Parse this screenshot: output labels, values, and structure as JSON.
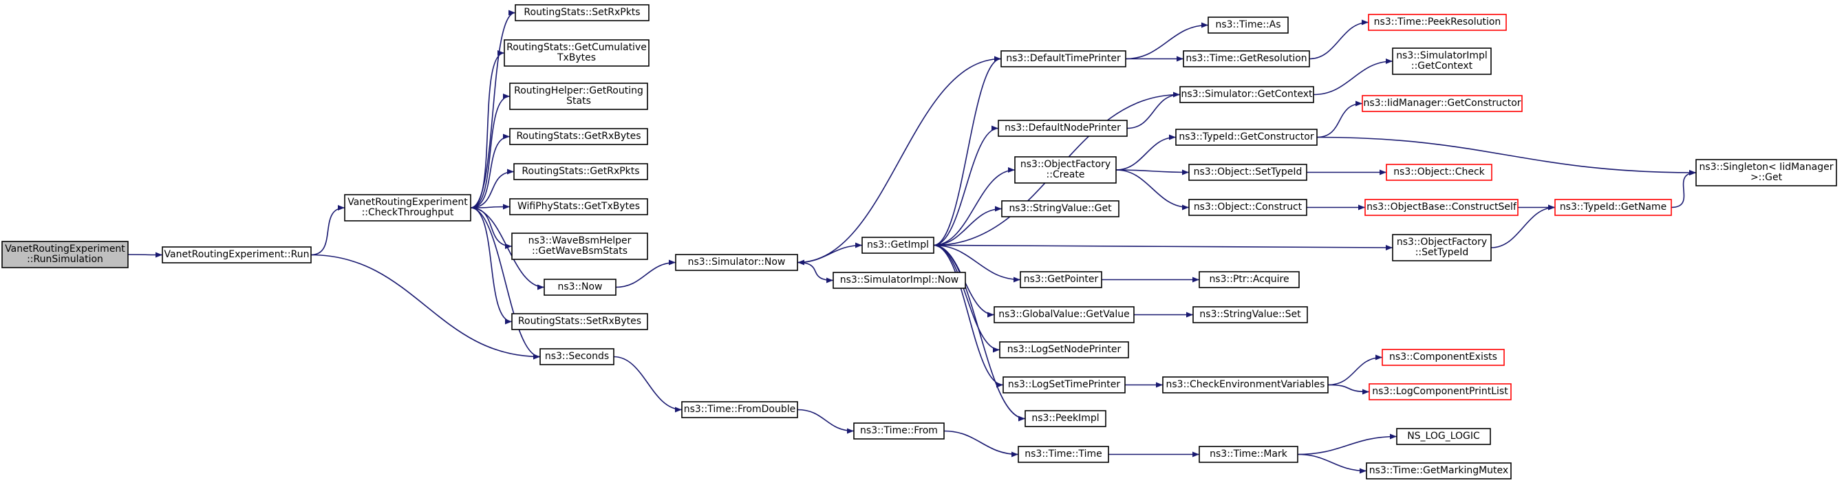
{
  "colors": {
    "edge": "#191970",
    "node_border": "#000000",
    "node_border_truncated": "#ff0000",
    "root_fill": "#bfbfbf",
    "node_fill": "#ffffff"
  },
  "nodes": {
    "run_simulation": {
      "lines": [
        "VanetRoutingExperiment",
        "::RunSimulation"
      ],
      "style": "root"
    },
    "run": {
      "lines": [
        "VanetRoutingExperiment::Run"
      ],
      "style": "normal"
    },
    "check_throughput": {
      "lines": [
        "VanetRoutingExperiment",
        "::CheckThroughput"
      ],
      "style": "normal"
    },
    "set_rx_pkts": {
      "lines": [
        "RoutingStats::SetRxPkts"
      ],
      "style": "normal"
    },
    "get_cumulative_tx_bytes": {
      "lines": [
        "RoutingStats::GetCumulative",
        "TxBytes"
      ],
      "style": "normal"
    },
    "get_routing_stats": {
      "lines": [
        "RoutingHelper::GetRouting",
        "Stats"
      ],
      "style": "normal"
    },
    "get_rx_bytes": {
      "lines": [
        "RoutingStats::GetRxBytes"
      ],
      "style": "normal"
    },
    "get_rx_pkts": {
      "lines": [
        "RoutingStats::GetRxPkts"
      ],
      "style": "normal"
    },
    "get_tx_bytes": {
      "lines": [
        "WifiPhyStats::GetTxBytes"
      ],
      "style": "normal"
    },
    "get_wave_bsm_stats": {
      "lines": [
        "ns3::WaveBsmHelper",
        "::GetWaveBsmStats"
      ],
      "style": "normal"
    },
    "ns3_now": {
      "lines": [
        "ns3::Now"
      ],
      "style": "normal"
    },
    "set_rx_bytes": {
      "lines": [
        "RoutingStats::SetRxBytes"
      ],
      "style": "normal"
    },
    "seconds": {
      "lines": [
        "ns3::Seconds"
      ],
      "style": "normal"
    },
    "simulator_now": {
      "lines": [
        "ns3::Simulator::Now"
      ],
      "style": "normal"
    },
    "from_double": {
      "lines": [
        "ns3::Time::FromDouble"
      ],
      "style": "normal"
    },
    "time_from": {
      "lines": [
        "ns3::Time::From"
      ],
      "style": "normal"
    },
    "get_impl": {
      "lines": [
        "ns3::GetImpl"
      ],
      "style": "normal"
    },
    "simulator_impl_now": {
      "lines": [
        "ns3::SimulatorImpl::Now"
      ],
      "style": "normal"
    },
    "time_time": {
      "lines": [
        "ns3::Time::Time"
      ],
      "style": "normal"
    },
    "default_time_printer": {
      "lines": [
        "ns3::DefaultTimePrinter"
      ],
      "style": "normal"
    },
    "default_node_printer": {
      "lines": [
        "ns3::DefaultNodePrinter"
      ],
      "style": "normal"
    },
    "object_factory_create": {
      "lines": [
        "ns3::ObjectFactory",
        "::Create"
      ],
      "style": "normal"
    },
    "string_value_get": {
      "lines": [
        "ns3::StringValue::Get"
      ],
      "style": "normal"
    },
    "get_pointer": {
      "lines": [
        "ns3::GetPointer"
      ],
      "style": "normal"
    },
    "global_value_get_value": {
      "lines": [
        "ns3::GlobalValue::GetValue"
      ],
      "style": "normal"
    },
    "log_set_node_printer": {
      "lines": [
        "ns3::LogSetNodePrinter"
      ],
      "style": "normal"
    },
    "log_set_time_printer": {
      "lines": [
        "ns3::LogSetTimePrinter"
      ],
      "style": "normal"
    },
    "peek_impl": {
      "lines": [
        "ns3::PeekImpl"
      ],
      "style": "normal"
    },
    "time_as": {
      "lines": [
        "ns3::Time::As"
      ],
      "style": "normal"
    },
    "time_get_resolution": {
      "lines": [
        "ns3::Time::GetResolution"
      ],
      "style": "normal"
    },
    "simulator_get_context": {
      "lines": [
        "ns3::Simulator::GetContext"
      ],
      "style": "normal"
    },
    "typeid_get_constructor": {
      "lines": [
        "ns3::TypeId::GetConstructor"
      ],
      "style": "normal"
    },
    "object_set_type_id": {
      "lines": [
        "ns3::Object::SetTypeId"
      ],
      "style": "normal"
    },
    "object_construct": {
      "lines": [
        "ns3::Object::Construct"
      ],
      "style": "normal"
    },
    "object_factory_set_type_id": {
      "lines": [
        "ns3::ObjectFactory",
        "::SetTypeId"
      ],
      "style": "normal"
    },
    "ptr_acquire": {
      "lines": [
        "ns3::Ptr::Acquire"
      ],
      "style": "normal"
    },
    "string_value_set": {
      "lines": [
        "ns3::StringValue::Set"
      ],
      "style": "normal"
    },
    "check_environment_variables": {
      "lines": [
        "ns3::CheckEnvironmentVariables"
      ],
      "style": "normal"
    },
    "time_mark": {
      "lines": [
        "ns3::Time::Mark"
      ],
      "style": "normal"
    },
    "time_peek_resolution": {
      "lines": [
        "ns3::Time::PeekResolution"
      ],
      "style": "truncated"
    },
    "simulator_impl_get_context": {
      "lines": [
        "ns3::SimulatorImpl",
        "::GetContext"
      ],
      "style": "normal"
    },
    "iid_manager_get_constructor": {
      "lines": [
        "ns3::IidManager::GetConstructor"
      ],
      "style": "truncated"
    },
    "object_check": {
      "lines": [
        "ns3::Object::Check"
      ],
      "style": "truncated"
    },
    "object_base_construct_self": {
      "lines": [
        "ns3::ObjectBase::ConstructSelf"
      ],
      "style": "truncated"
    },
    "component_exists": {
      "lines": [
        "ns3::ComponentExists"
      ],
      "style": "truncated"
    },
    "log_component_print_list": {
      "lines": [
        "ns3::LogComponentPrintList"
      ],
      "style": "truncated"
    },
    "ns_log_logic": {
      "lines": [
        "NS_LOG_LOGIC"
      ],
      "style": "normal"
    },
    "time_get_marking_mutex": {
      "lines": [
        "ns3::Time::GetMarkingMutex"
      ],
      "style": "normal"
    },
    "typeid_get_name": {
      "lines": [
        "ns3::TypeId::GetName"
      ],
      "style": "truncated"
    },
    "singleton_iid_manager_get": {
      "lines": [
        "ns3::Singleton< IidManager",
        ">::Get"
      ],
      "style": "normal"
    }
  },
  "edges": [
    [
      "run_simulation",
      "run"
    ],
    [
      "run",
      "check_throughput"
    ],
    [
      "run",
      "seconds"
    ],
    [
      "check_throughput",
      "set_rx_pkts"
    ],
    [
      "check_throughput",
      "get_cumulative_tx_bytes"
    ],
    [
      "check_throughput",
      "get_routing_stats"
    ],
    [
      "check_throughput",
      "get_rx_bytes"
    ],
    [
      "check_throughput",
      "get_rx_pkts"
    ],
    [
      "check_throughput",
      "get_tx_bytes"
    ],
    [
      "check_throughput",
      "get_wave_bsm_stats"
    ],
    [
      "check_throughput",
      "ns3_now"
    ],
    [
      "check_throughput",
      "set_rx_bytes"
    ],
    [
      "check_throughput",
      "seconds"
    ],
    [
      "ns3_now",
      "simulator_now"
    ],
    [
      "seconds",
      "from_double"
    ],
    [
      "from_double",
      "time_from"
    ],
    [
      "time_from",
      "time_time"
    ],
    [
      "simulator_now",
      "get_impl"
    ],
    [
      "simulator_now",
      "simulator_impl_now"
    ],
    [
      "default_time_printer",
      "simulator_now"
    ],
    [
      "default_time_printer",
      "time_as"
    ],
    [
      "default_time_printer",
      "time_get_resolution"
    ],
    [
      "default_node_printer",
      "simulator_get_context"
    ],
    [
      "simulator_get_context",
      "get_impl"
    ],
    [
      "simulator_get_context",
      "simulator_impl_get_context"
    ],
    [
      "get_impl",
      "default_time_printer"
    ],
    [
      "get_impl",
      "default_node_printer"
    ],
    [
      "get_impl",
      "object_factory_create"
    ],
    [
      "get_impl",
      "string_value_get"
    ],
    [
      "get_impl",
      "object_factory_set_type_id"
    ],
    [
      "get_impl",
      "get_pointer"
    ],
    [
      "get_impl",
      "global_value_get_value"
    ],
    [
      "get_impl",
      "log_set_node_printer"
    ],
    [
      "get_impl",
      "log_set_time_printer"
    ],
    [
      "get_impl",
      "peek_impl"
    ],
    [
      "time_get_resolution",
      "time_peek_resolution"
    ],
    [
      "object_factory_create",
      "typeid_get_constructor"
    ],
    [
      "object_factory_create",
      "object_set_type_id"
    ],
    [
      "object_factory_create",
      "object_construct"
    ],
    [
      "typeid_get_constructor",
      "iid_manager_get_constructor"
    ],
    [
      "typeid_get_constructor",
      "singleton_iid_manager_get"
    ],
    [
      "object_set_type_id",
      "object_check"
    ],
    [
      "object_construct",
      "object_base_construct_self"
    ],
    [
      "object_base_construct_self",
      "typeid_get_name"
    ],
    [
      "object_factory_set_type_id",
      "typeid_get_name"
    ],
    [
      "typeid_get_name",
      "singleton_iid_manager_get"
    ],
    [
      "get_pointer",
      "ptr_acquire"
    ],
    [
      "global_value_get_value",
      "string_value_set"
    ],
    [
      "log_set_time_printer",
      "check_environment_variables"
    ],
    [
      "check_environment_variables",
      "component_exists"
    ],
    [
      "check_environment_variables",
      "log_component_print_list"
    ],
    [
      "time_time",
      "time_mark"
    ],
    [
      "time_mark",
      "ns_log_logic"
    ],
    [
      "time_mark",
      "time_get_marking_mutex"
    ]
  ]
}
